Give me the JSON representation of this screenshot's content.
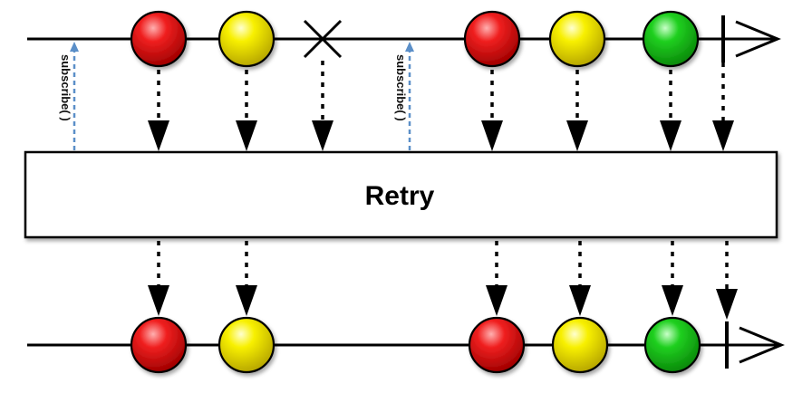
{
  "operator": {
    "label": "Retry"
  },
  "subscribe_label": "subscribe( )",
  "colors": {
    "red": "#e00000",
    "yellow": "#f5ee00",
    "green": "#1ecb1e",
    "line": "#000000",
    "subscribe_arrow": "#5b8fc8",
    "box_fill": "#ffffff"
  },
  "input_timeline": {
    "items": [
      {
        "kind": "subscribe"
      },
      {
        "kind": "marble",
        "color": "red"
      },
      {
        "kind": "marble",
        "color": "yellow"
      },
      {
        "kind": "error"
      },
      {
        "kind": "subscribe"
      },
      {
        "kind": "marble",
        "color": "red"
      },
      {
        "kind": "marble",
        "color": "yellow"
      },
      {
        "kind": "marble",
        "color": "green"
      },
      {
        "kind": "complete"
      }
    ]
  },
  "output_timeline": {
    "items": [
      {
        "kind": "marble",
        "color": "red"
      },
      {
        "kind": "marble",
        "color": "yellow"
      },
      {
        "kind": "marble",
        "color": "red"
      },
      {
        "kind": "marble",
        "color": "yellow"
      },
      {
        "kind": "marble",
        "color": "green"
      },
      {
        "kind": "complete"
      }
    ]
  }
}
